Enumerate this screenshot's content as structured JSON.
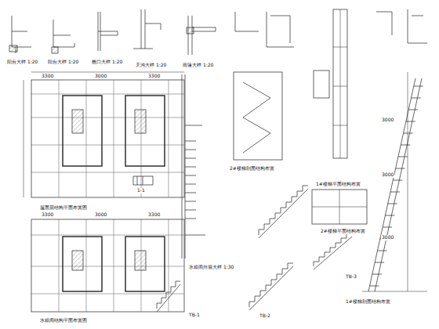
{
  "diagram": {
    "labels": [
      "阳台大样 1:20",
      "阳台大样 1:20",
      "檐口大样 1:20",
      "天沟大样 1:20",
      "雨篷大样 1:20",
      "屋面层结构平面布置图",
      "水箱间结构平面布置图",
      "水箱间外墙大样 1:30",
      "2#楼梯剖面结构布置",
      "1#楼梯平面结构布置",
      "2#楼梯平面结构布置",
      "1#楼梯剖面结构布置",
      "TB-1",
      "TB-2",
      "TB-3",
      "3300",
      "3000",
      "3300",
      "3300",
      "3000",
      "3300",
      "3000",
      "3000",
      "3000",
      "1-1"
    ]
  }
}
